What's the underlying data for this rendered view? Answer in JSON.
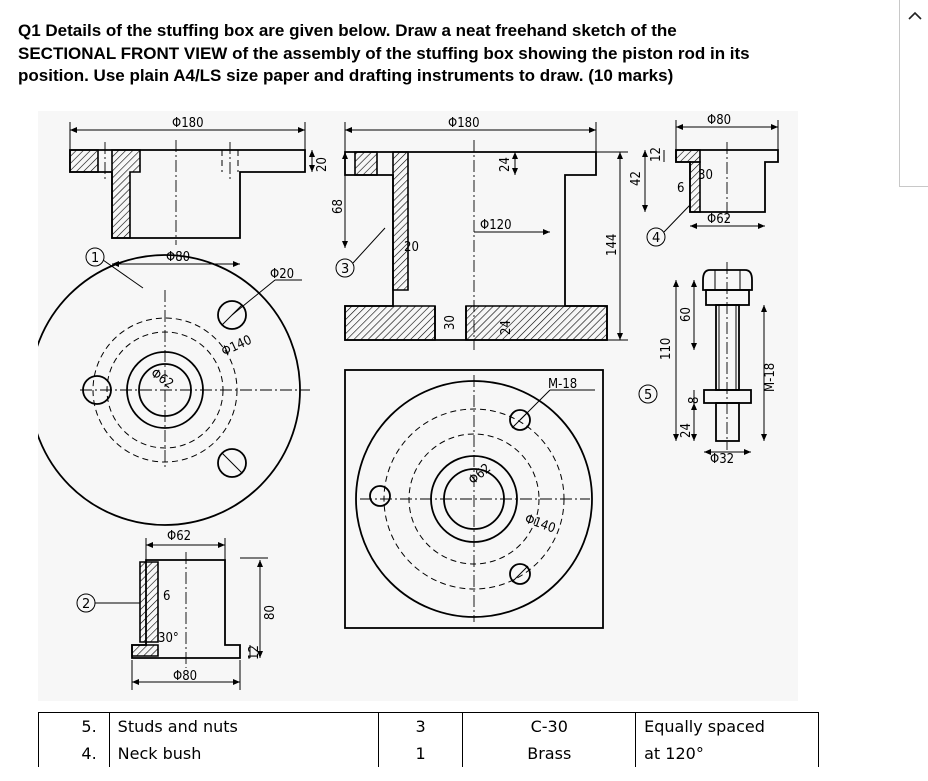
{
  "question": {
    "line1": "Q1 Details of the stuffing box are given below. Draw a neat freehand sketch of the",
    "line2": "SECTIONAL FRONT VIEW of the assembly of the stuffing box showing the piston rod in its",
    "line3": "position. Use plain A4/LS size paper and drafting instruments to draw. (10 marks)"
  },
  "drawing": {
    "part_numbers": [
      "1",
      "2",
      "3",
      "4",
      "5"
    ],
    "part1": {
      "d_outer": "Φ180",
      "d_boss": "Φ80",
      "d_hole": "Φ20",
      "pcd": "Φ140",
      "d_bore": "Φ62"
    },
    "part2": {
      "d_top": "Φ62",
      "d_bottom": "Φ80",
      "chamfer": "6",
      "angle": "30°",
      "flange": "12",
      "height": "80"
    },
    "part3": {
      "d_outer": "Φ180",
      "d_inner": "Φ120",
      "d_bore": "Φ62",
      "pcd": "Φ140",
      "flange": "20",
      "top": "24",
      "corner": "20",
      "base": "30",
      "bottom": "24",
      "height_a": "68",
      "height_b": "144",
      "thread": "M-18"
    },
    "part4": {
      "d_outer": "Φ80",
      "d_inner": "Φ62",
      "height": "42",
      "flange": "12",
      "angle": "30",
      "chamfer": "6"
    },
    "part5": {
      "length": "110",
      "thread_len": "60",
      "collar": "8",
      "end": "24",
      "d_collar": "Φ32",
      "thread": "M-18"
    }
  },
  "parts_table": [
    {
      "no": "5.",
      "description": "Studs and nuts",
      "qty": "3",
      "material": "C-30",
      "remarks": "Equally spaced"
    },
    {
      "no": "4.",
      "description": "Neck bush",
      "qty": "1",
      "material": "Brass",
      "remarks": "at 120°"
    }
  ],
  "icons": {
    "collapse": "chevron-up-icon"
  }
}
